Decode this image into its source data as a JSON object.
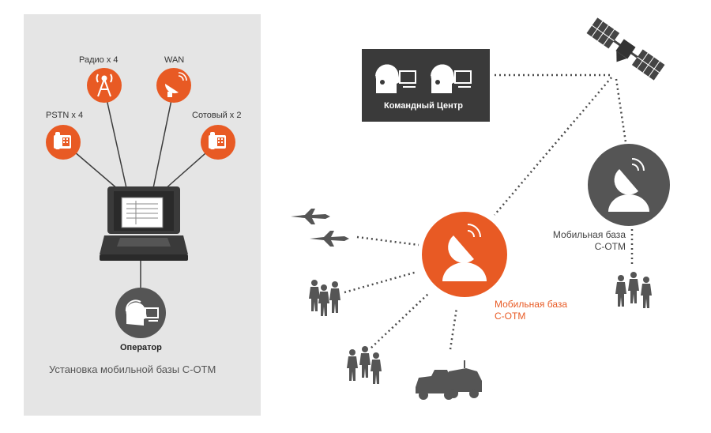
{
  "colors": {
    "accent": "#e85a24",
    "dark": "#555555",
    "panel": "#e5e5e5",
    "box": "#3a3a3a"
  },
  "left_panel": {
    "radio_label": "Радио x 4",
    "wan_label": "WAN",
    "pstn_label": "PSTN x 4",
    "cellular_label": "Сотовый x 2",
    "operator_label": "Оператор",
    "caption": "Установка мобильной базы С-ОТМ"
  },
  "command_center": {
    "label": "Командный Центр"
  },
  "mobile_base_gray": {
    "line1": "Мобильная база",
    "line2": "С-ОТМ"
  },
  "mobile_base_orange": {
    "line1": "Мобильная база",
    "line2": "С-ОТМ"
  },
  "icons": [
    "radio-tower-icon",
    "satellite-dish-icon",
    "phone-icon",
    "laptop-icon",
    "operator-headset-icon",
    "satellite-icon",
    "fighter-jet-icon",
    "soldier-icon",
    "vehicle-icon"
  ]
}
